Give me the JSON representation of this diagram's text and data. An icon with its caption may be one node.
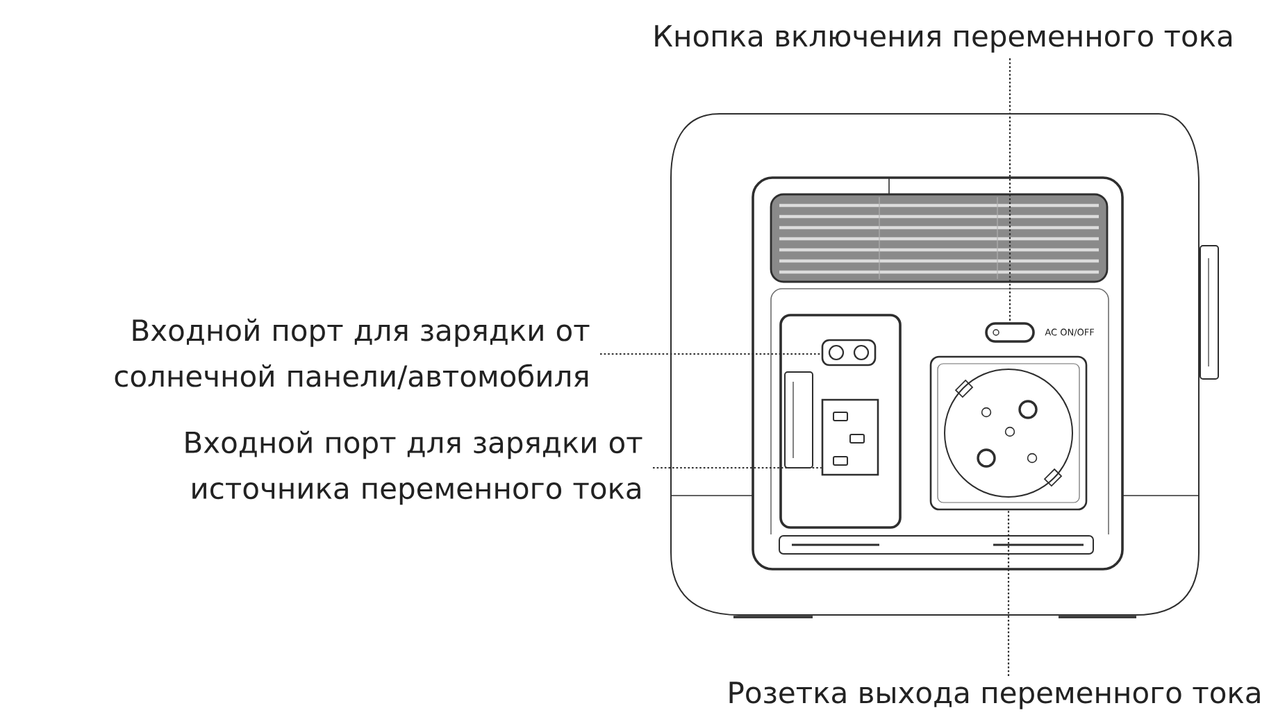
{
  "diagram": {
    "nodes": [
      {
        "text": [
          "Кнопка включения переменного тока"
        ]
      },
      {
        "text": [
          "Входной порт для зарядки от солнечной панели/автомобиля"
        ]
      },
      {
        "text": [
          "Входной порт для зарядки от источника переменного тока"
        ]
      },
      {
        "text": [
          "Розетка выхода переменного тока"
        ]
      },
      {
        "text": [],
        "shape": "button"
      },
      {
        "text": [],
        "shape": "picture"
      },
      {
        "text": [],
        "shape": "picture"
      },
      {
        "text": [],
        "shape": "picture"
      }
    ],
    "edges": [
      {
        "from": 0,
        "to": 4,
        "arrow": "none",
        "style": "dashed"
      },
      {
        "from": 1,
        "to": 5,
        "arrow": "none",
        "style": "dashed"
      },
      {
        "from": 2,
        "to": 6,
        "arrow": "none",
        "style": "dashed"
      },
      {
        "from": 3,
        "to": 7,
        "arrow": "none",
        "style": "dashed"
      }
    ],
    "labels": [
      "AC ON/OFF"
    ]
  }
}
